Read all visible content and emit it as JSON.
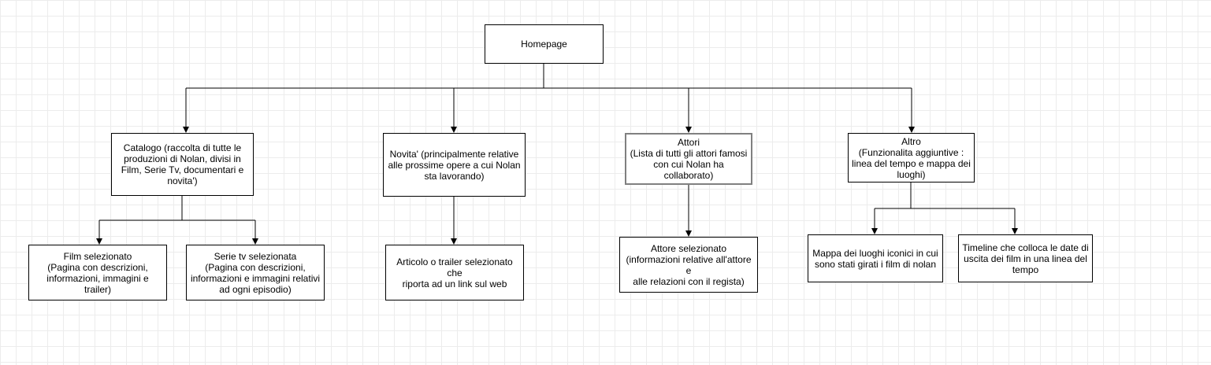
{
  "diagram": {
    "nodes": {
      "homepage": "Homepage",
      "catalogo": "Catalogo (raccolta di tutte le\nproduzioni di Nolan, divisi in\nFilm, Serie Tv, documentari e\nnovita')",
      "novita": "Novita' (principalmente relative\nalle prossime opere a cui Nolan\nsta lavorando)",
      "attori": "Attori\n(Lista di tutti gli attori famosi\ncon cui Nolan ha collaborato)",
      "altro": "Altro\n(Funzionalita aggiuntive :\nlinea del tempo e mappa dei\nluoghi)",
      "film_selezionato": "Film selezionato\n(Pagina con descrizioni,\ninformazioni, immagini e trailer)",
      "serie_selezionata": "Serie tv selezionata\n(Pagina con descrizioni,\ninformazioni e immagini relativi\nad ogni episodio)",
      "articolo": "Articolo o trailer selezionato che\nriporta ad un link sul web",
      "attore_selezionato": "Attore selezionato\n(informazioni relative all'attore e\nalle relazioni con il regista)",
      "mappa": "Mappa dei luoghi iconici in cui\nsono stati girati i film di nolan",
      "timeline": "Timeline che colloca le date di\nuscita dei film in una linea del\ntempo"
    },
    "edges": [
      {
        "from": "homepage",
        "to": "catalogo"
      },
      {
        "from": "homepage",
        "to": "novita"
      },
      {
        "from": "homepage",
        "to": "attori"
      },
      {
        "from": "homepage",
        "to": "altro"
      },
      {
        "from": "catalogo",
        "to": "film_selezionato"
      },
      {
        "from": "catalogo",
        "to": "serie_selezionata"
      },
      {
        "from": "novita",
        "to": "articolo"
      },
      {
        "from": "attori",
        "to": "attore_selezionato"
      },
      {
        "from": "altro",
        "to": "mappa"
      },
      {
        "from": "altro",
        "to": "timeline"
      }
    ]
  }
}
